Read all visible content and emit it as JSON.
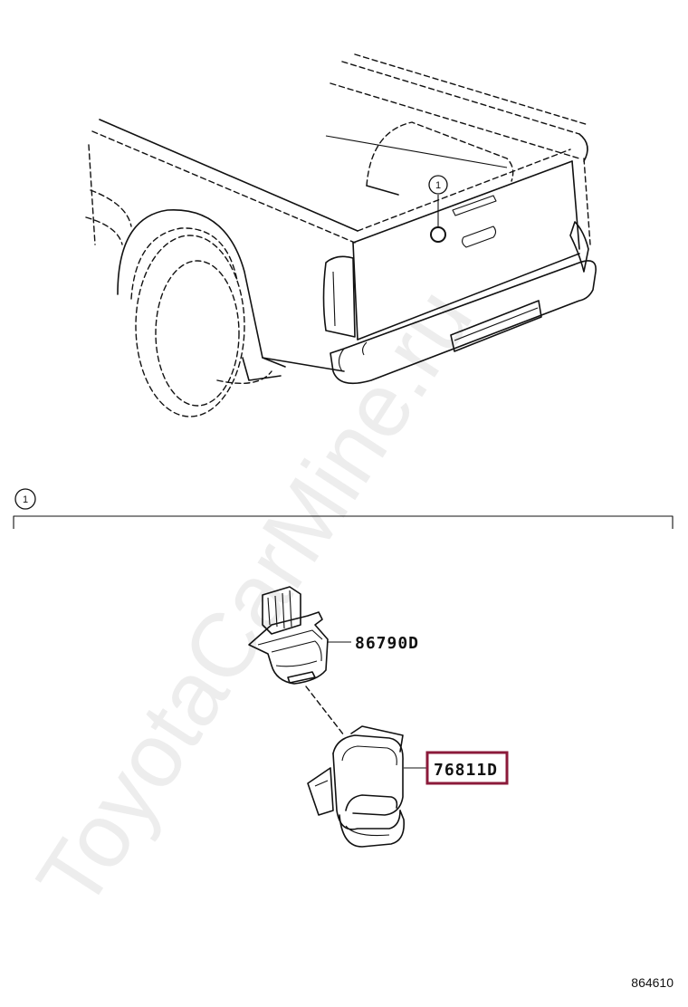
{
  "watermark": "ToyotaCarMine.ru",
  "callout": {
    "marker": "1"
  },
  "section": {
    "marker": "1"
  },
  "parts": [
    {
      "number": "86790D",
      "highlighted": false
    },
    {
      "number": "76811D",
      "highlighted": true
    }
  ],
  "reference_code": "864610",
  "colors": {
    "ink": "#111111",
    "highlight": "#8b1a3a"
  }
}
